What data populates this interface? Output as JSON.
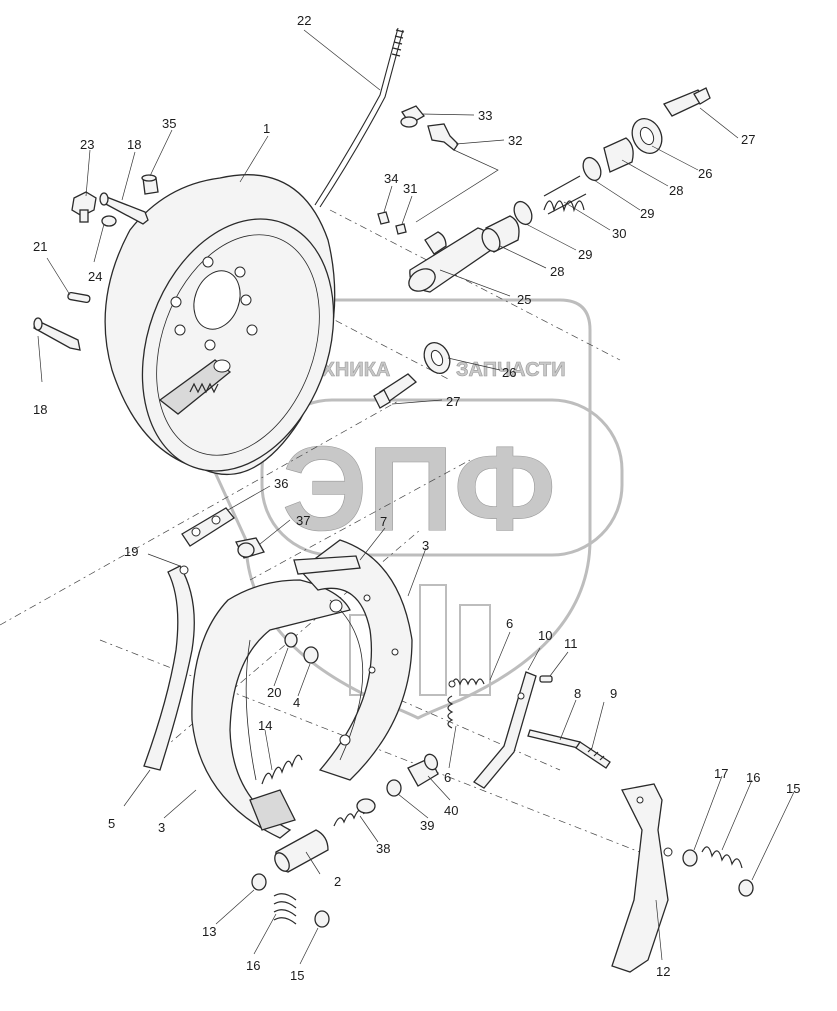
{
  "callouts": {
    "c1": "1",
    "c2": "2",
    "c3a": "3",
    "c3b": "3",
    "c4": "4",
    "c5": "5",
    "c6a": "6",
    "c6b": "6",
    "c7": "7",
    "c8": "8",
    "c9": "9",
    "c10": "10",
    "c11": "11",
    "c12": "12",
    "c13": "13",
    "c14": "14",
    "c15a": "15",
    "c15b": "15",
    "c16a": "16",
    "c16b": "16",
    "c17": "17",
    "c18a": "18",
    "c18b": "18",
    "c19": "19",
    "c20": "20",
    "c21": "21",
    "c22": "22",
    "c23": "23",
    "c24": "24",
    "c25": "25",
    "c26a": "26",
    "c26b": "26",
    "c27a": "27",
    "c27b": "27",
    "c28a": "28",
    "c28b": "28",
    "c29a": "29",
    "c29b": "29",
    "c30": "30",
    "c31": "31",
    "c32": "32",
    "c33": "33",
    "c34": "34",
    "c35": "35",
    "c36": "36",
    "c37": "37",
    "c38": "38",
    "c39": "39",
    "c40": "40"
  },
  "watermark": {
    "line1_left": "ТЕХНИКА",
    "line1_right": "ЗАПЧАСТИ",
    "logo": "ЭПФ"
  },
  "colors": {
    "ink": "#2a2a2a",
    "watermark": "#c8c8c8"
  }
}
